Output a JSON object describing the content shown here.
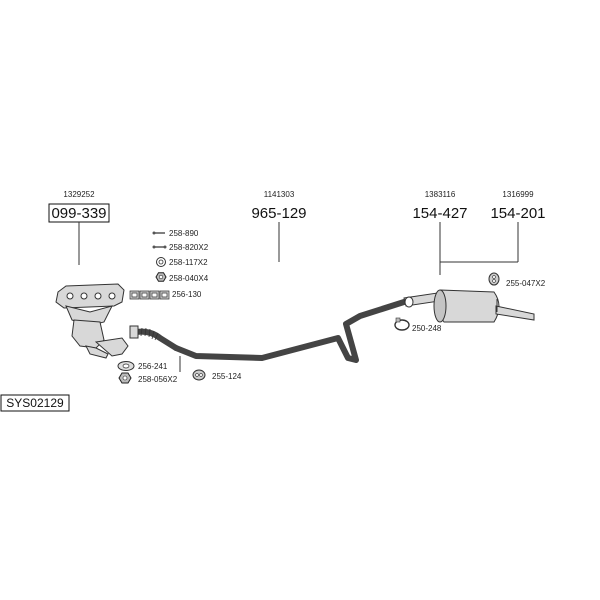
{
  "system_code": "SYS02129",
  "main_parts": [
    {
      "ref": "1329252",
      "number": "099-339",
      "boxed": true
    },
    {
      "ref": "1141303",
      "number": "965-129",
      "boxed": false
    },
    {
      "ref": "1383116",
      "number": "154-427",
      "boxed": false
    },
    {
      "ref": "1316999",
      "number": "154-201",
      "boxed": false
    }
  ],
  "fittings": [
    {
      "label": "258-890",
      "icon": "bolt-icon"
    },
    {
      "label": "258-820X2",
      "icon": "stud-icon"
    },
    {
      "label": "258-117X2",
      "icon": "ring-icon"
    },
    {
      "label": "258-040X4",
      "icon": "nut-icon"
    },
    {
      "label": "256-130",
      "icon": "gasket-set-icon"
    },
    {
      "label": "256-241",
      "icon": "gasket-icon"
    },
    {
      "label": "258-056X2",
      "icon": "nut-icon"
    },
    {
      "label": "255-124",
      "icon": "rubber-mount-icon"
    },
    {
      "label": "250-248",
      "icon": "clamp-icon"
    },
    {
      "label": "255-047X2",
      "icon": "rubber-mount-icon"
    }
  ]
}
